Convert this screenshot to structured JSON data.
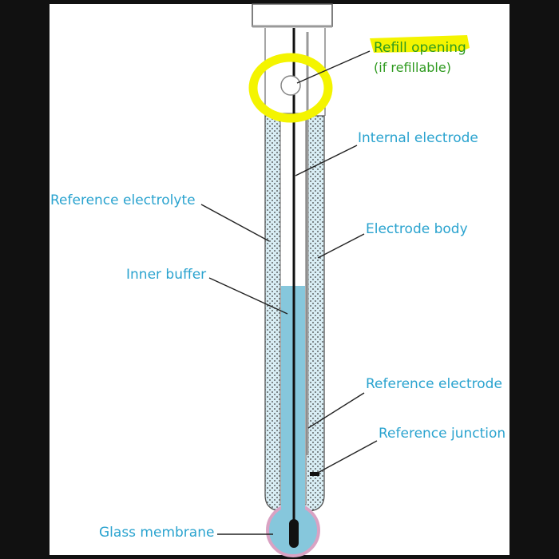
{
  "labels": {
    "refill_opening": "Refill opening",
    "refill_note": "(if refillable)",
    "internal_electrode": "Internal electrode",
    "reference_electrolyte": "Reference electrolyte",
    "electrode_body": "Electrode body",
    "inner_buffer": "Inner buffer",
    "reference_electrode": "Reference electrode",
    "reference_junction": "Reference junction",
    "glass_membrane": "Glass membrane"
  },
  "colors": {
    "label_text": "#2aa3cf",
    "refill_text": "#2e9a1f",
    "highlight": "#f4f400",
    "inner_buffer_fill": "#86c7dc",
    "electrolyte_fill": "#d8edf4",
    "membrane_edge": "#d9a2c3",
    "frame": "#111111"
  }
}
